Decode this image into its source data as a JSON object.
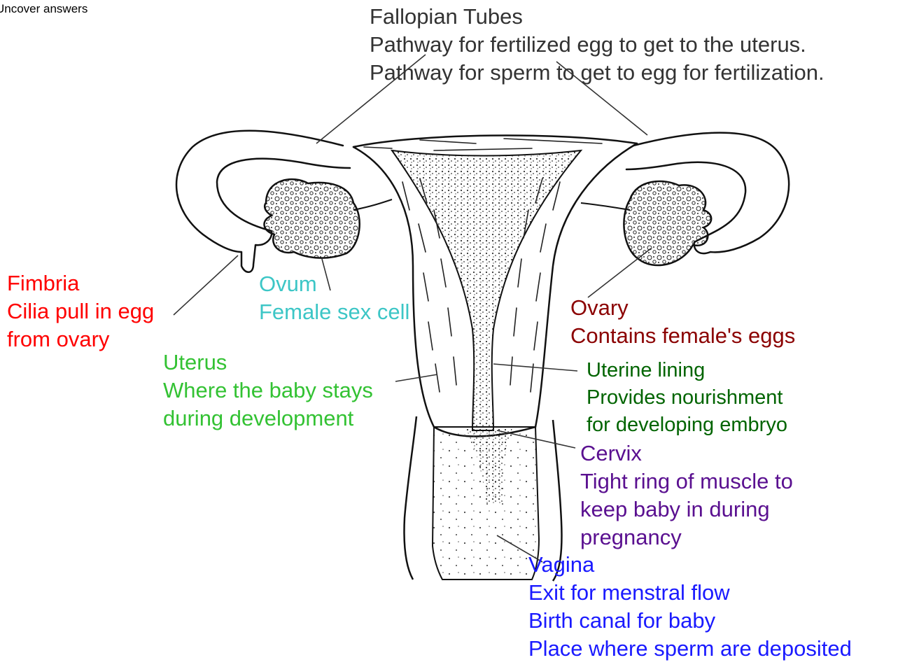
{
  "uncover_link": "Uncover answers",
  "colors": {
    "fallopian": "#333333",
    "fimbria": "#ff0000",
    "ovum": "#3cc6c6",
    "ovary": "#8b0000",
    "uterus": "#33c233",
    "lining": "#006400",
    "cervix": "#5a1090",
    "vagina": "#1a1aff"
  },
  "labels": {
    "fallopian": {
      "title": "Fallopian Tubes",
      "line1": "Pathway for fertilized egg to get to the uterus.",
      "line2": "Pathway for sperm to get to egg for fertilization."
    },
    "fimbria": {
      "title": "Fimbria",
      "line1": "Cilia pull in egg",
      "line2": "from ovary"
    },
    "ovum": {
      "title": "Ovum",
      "line1": "Female sex cell"
    },
    "ovary": {
      "title": "Ovary",
      "line1": "Contains female's eggs"
    },
    "uterus": {
      "title": "Uterus",
      "line1": "Where the baby stays",
      "line2": "during development"
    },
    "lining": {
      "title": "Uterine lining",
      "line1": "Provides nourishment",
      "line2": "for developing embryo"
    },
    "cervix": {
      "title": "Cervix",
      "line1": "Tight ring of muscle to",
      "line2": "keep baby in during",
      "line3": "pregnancy"
    },
    "vagina": {
      "title": "Vagina",
      "line1": "Exit for menstral flow",
      "line2": "Birth canal for baby",
      "line3": "Place where sperm are deposited"
    }
  }
}
